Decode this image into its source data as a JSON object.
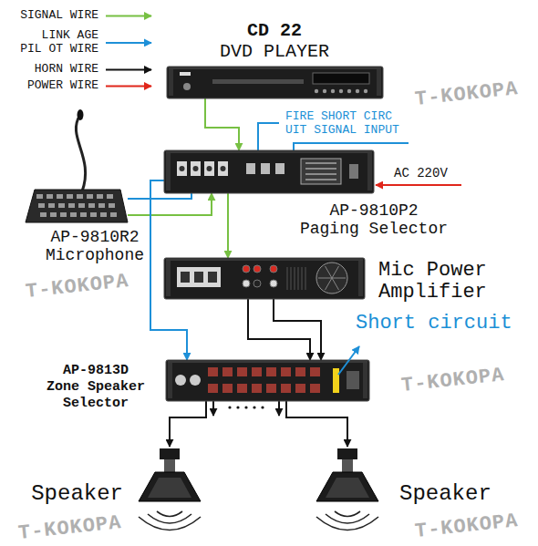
{
  "diagram": {
    "nodes": [
      {
        "text": [
          "CD 22",
          "DVD PLAYER"
        ]
      },
      {
        "text": [
          "AP-9810R2 Microphone"
        ]
      },
      {
        "text": [
          "AP-9810P2 Paging Selector"
        ]
      },
      {
        "text": [
          "Mic Power Amplifier"
        ]
      },
      {
        "text": [
          "AP-9813D Zone Speaker Selector"
        ]
      },
      {
        "text": [
          "Speaker"
        ]
      },
      {
        "text": [
          "Speaker"
        ]
      }
    ],
    "edges": [
      {
        "from": 0,
        "to": 2,
        "arrow": "to"
      },
      {
        "from": 1,
        "to": 2,
        "arrow": "none"
      },
      {
        "from": 1,
        "to": 2,
        "arrow": "to"
      },
      {
        "from": 2,
        "to": 3,
        "arrow": "to"
      },
      {
        "from": 2,
        "to": 4,
        "arrow": "to"
      },
      {
        "from": 3,
        "to": 4,
        "arrow": "to"
      },
      {
        "from": 3,
        "to": 4,
        "arrow": "to"
      },
      {
        "from": 4,
        "to": 5,
        "arrow": "to"
      },
      {
        "from": 4,
        "to": 6,
        "arrow": "to"
      }
    ],
    "labels": [
      "FIRE SHORT CIRC UIT SIGNAL INPUT",
      "AC 220V",
      "Short circuit",
      "T-KOKOPA",
      "T-KOKOPA",
      "T-KOKOPA",
      "T-KOKOPA",
      "T-KOKOPA"
    ],
    "legend": [
      {
        "text": "SIGNAL WIRE"
      },
      {
        "text": "LINK AGE PIL OT WIRE"
      },
      {
        "text": "HORN WIRE"
      },
      {
        "text": "POWER WIRE"
      }
    ]
  }
}
